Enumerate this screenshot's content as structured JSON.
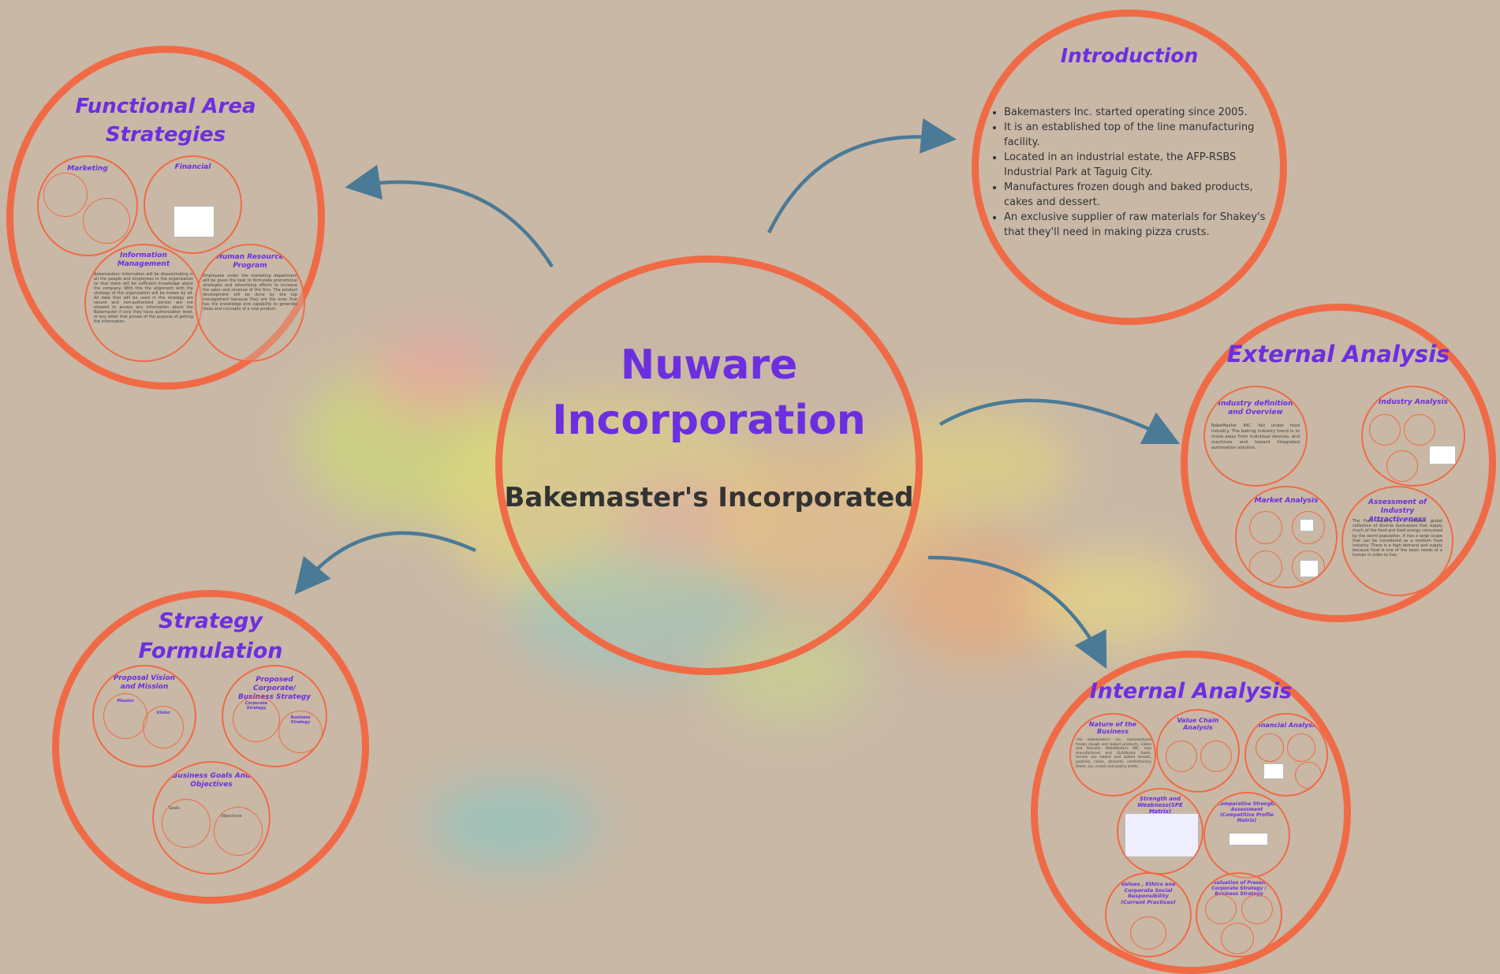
{
  "center": {
    "title": "Nuware Incorporation",
    "subtitle": "Bakemaster's Incorporated"
  },
  "introduction": {
    "title": "Introduction",
    "bullets": [
      "Bakemasters Inc. started operating since 2005.",
      "It is an established top of the line manufacturing facility.",
      "Located in an industrial estate, the AFP-RSBS Industrial Park at Taguig City.",
      "Manufactures frozen dough and baked products, cakes and dessert.",
      "An exclusive supplier of raw materials for  Shakey's that they'll need in making pizza crusts."
    ]
  },
  "functional": {
    "title": "Functional Area Strategies",
    "marketing": "Marketing",
    "financial": "Financial",
    "info_mgmt": "Information Management",
    "info_text": "Bakemasters' information will be disseminating in all the people and employees in the organization so that there will be sufficient knowledge about the company. With this the alignment with the strategy of the organization will be known by all. All data that will be used in the strategy are secure and non-authorized person are not allowed to access any information about the Bakemaster if only they have authorization level, or any letter that proves of the purpose of getting the information.",
    "hr": "Human Resource Program",
    "hr_text": "Employees under the marketing department will be given the task to formulate promotional strategies and advertising efforts to increase the sales and revenue of the firm. The product development will be done by the top management because they are the ones that has the knowledge and capability to generate ideas and concepts of a new product."
  },
  "external": {
    "title": "External Analysis",
    "industry_def": "Industry definition and Overview",
    "industry_def_text": "BakeMaster INC. fall under food industry. The baking industry trend is to move away from individual devices, and machines and toward integrated automation solution.",
    "industry_analysis": "Industry Analysis",
    "market_analysis": "Market Analysis",
    "assessment": "Assessment of Industry Attractiveness",
    "assessment_text": "The Food industry is a complex, global collective of diverse businesses that supply much of the food and food energy consumed by the world population. It has a large scope that can be considered as a medium food industry. There is a high demand and supply because food is one of the basic needs of a human in order to live."
  },
  "internal": {
    "title": "Internal Analysis",
    "nature": "Nature of the Business",
    "nature_text": "The Bakemasters Inc. manufactures frozen dough and baked products, Cakes and Dessert. BakeMasters INC. also manufactures and distributes foods. Serves are baked and baked breads, pastries, cakes, desserts, confectionery items, ice, cream and pastry shells.",
    "value_chain": "Value Chain Analysis",
    "financial": "Financial Analysis",
    "swot": "Strength and Weakness(SPE Matrix)",
    "competitive": "Comparative Strength Assessment (Competitive Profile Matrix)",
    "values": "Values , Ethics and Corporate Social Responsibility (Current Practices)",
    "evaluation": "Evaluation of Present Corporate Strategy / Business Strategy"
  },
  "strategy": {
    "title": "Strategy Formulation",
    "vision": "Proposal Vision and Mission",
    "mission_label": "Mission",
    "vision_label": "Vision",
    "corporate": "Proposed Corporate/ Business Strategy",
    "corporate_inner": "Corporate Strategy",
    "business_inner": "Business Strategy",
    "goals": "Business Goals And Objectives",
    "goals_inner": "Goals",
    "objectives_inner": "Objectives"
  },
  "colors": {
    "background": "#c9b8a6",
    "circle_border": "#f06a46",
    "title_purple": "#6c2fe0",
    "arrow": "#4a7a96"
  }
}
